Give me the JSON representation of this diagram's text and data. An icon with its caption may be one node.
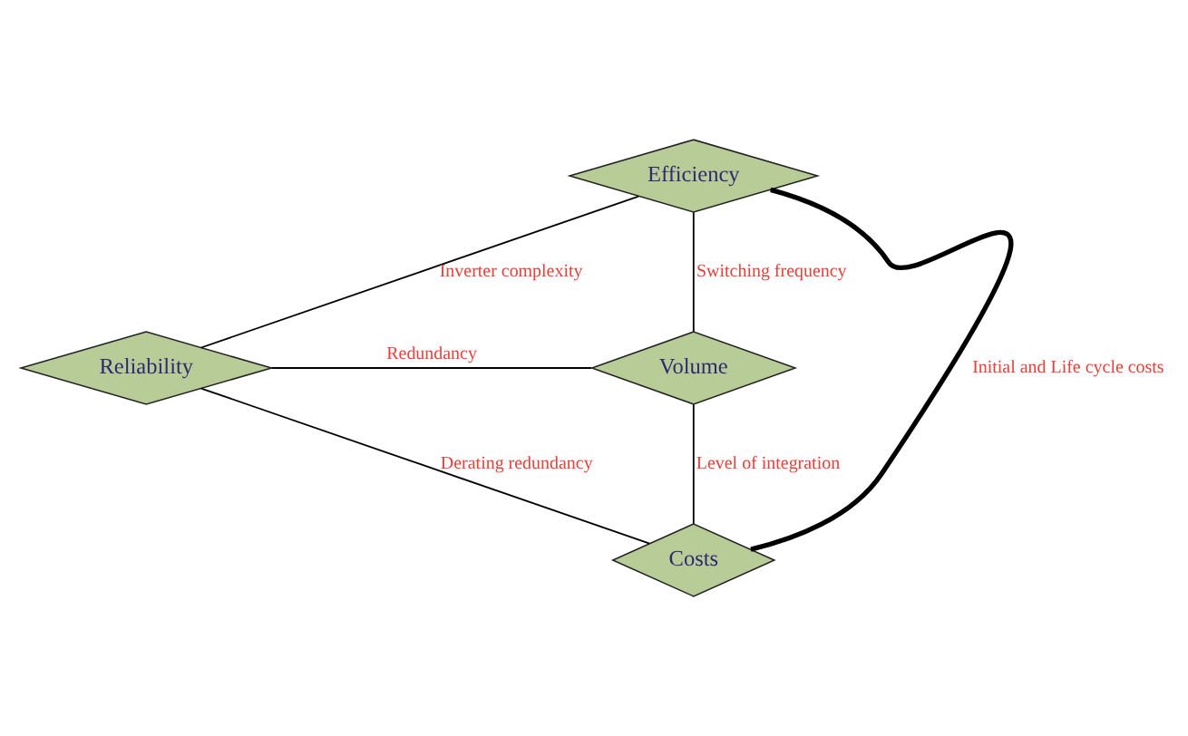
{
  "diagram": {
    "nodes": [
      {
        "text": [
          "Efficiency"
        ]
      },
      {
        "text": [
          "Reliability"
        ]
      },
      {
        "text": [
          "Volume"
        ]
      },
      {
        "text": [
          "Costs"
        ]
      }
    ],
    "edges": [
      {
        "from": 0,
        "to": 1,
        "arrow": "none",
        "label": "Inverter complexity"
      },
      {
        "from": 0,
        "to": 2,
        "arrow": "none",
        "label": "Switching frequency"
      },
      {
        "from": 0,
        "to": 3,
        "arrow": "none",
        "label": "Initial and Life cycle costs",
        "style": "thick"
      },
      {
        "from": 1,
        "to": 2,
        "arrow": "none",
        "label": "Redundancy"
      },
      {
        "from": 1,
        "to": 3,
        "arrow": "none",
        "label": "Derating redundancy"
      },
      {
        "from": 2,
        "to": 3,
        "arrow": "none",
        "label": "Level of integration"
      }
    ]
  }
}
